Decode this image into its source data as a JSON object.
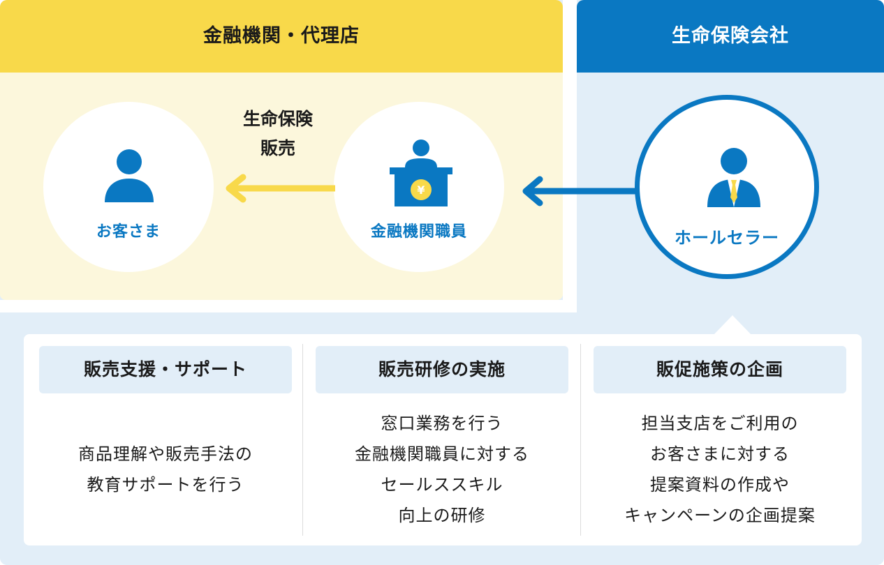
{
  "headers": {
    "left": "金融機関・代理店",
    "right": "生命保険会社"
  },
  "nodes": {
    "customer": "お客さま",
    "bank_staff": "金融機関職員",
    "wholesaler": "ホールセラー"
  },
  "arrow_label": [
    "生命保険",
    "販売"
  ],
  "icons": {
    "customer": "person-icon",
    "bank_staff": "person-at-counter-yen-icon",
    "wholesaler": "businessman-tie-icon",
    "yen_symbol": "¥"
  },
  "colors": {
    "yellow": "#f8d94a",
    "blue": "#0a78c2",
    "light_blue": "#e2eef8",
    "cream": "#fcf7dc"
  },
  "roles": [
    {
      "title": "販売支援・サポート",
      "lines": [
        "商品理解や販売手法の",
        "教育サポートを行う"
      ]
    },
    {
      "title": "販売研修の実施",
      "lines": [
        "窓口業務を行う",
        "金融機関職員に対する",
        "セールススキル",
        "向上の研修"
      ]
    },
    {
      "title": "販促施策の企画",
      "lines": [
        "担当支店をご利用の",
        "お客さまに対する",
        "提案資料の作成や",
        "キャンペーンの企画提案"
      ]
    }
  ]
}
